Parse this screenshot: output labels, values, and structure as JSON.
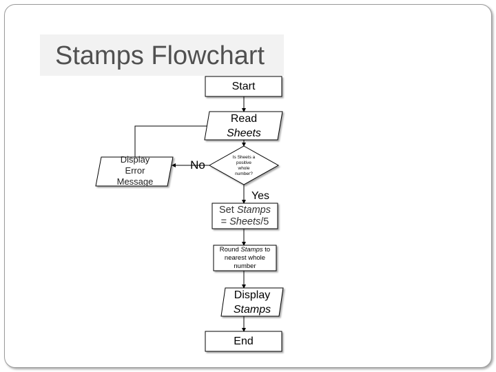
{
  "title": "Stamps Flowchart",
  "flowchart": {
    "start": "Start",
    "read": {
      "line1": "Read",
      "line2": "Sheets"
    },
    "decision": {
      "line1": "Is Sheets a",
      "line2": "positive",
      "line3": "whole",
      "line4": "number?"
    },
    "error": {
      "line1": "Display",
      "line2": "Error",
      "line3": "Message"
    },
    "no_label": "No",
    "yes_label": "Yes",
    "set": {
      "line1a": "Set ",
      "line1b": "Stamps",
      "line2a": "= ",
      "line2b": "Sheets",
      "line2c": "/5"
    },
    "round": {
      "line1a": "Round ",
      "line1b": "Stamps",
      "line1c": " to",
      "line2": "nearest whole",
      "line3": "number"
    },
    "display": {
      "line1": "Display",
      "line2": "Stamps"
    },
    "end": "End"
  },
  "colors": {
    "border": "#9a9a9a",
    "title": "#505050",
    "title_bg": "#f2f2f2",
    "shape_line": "#000000"
  }
}
